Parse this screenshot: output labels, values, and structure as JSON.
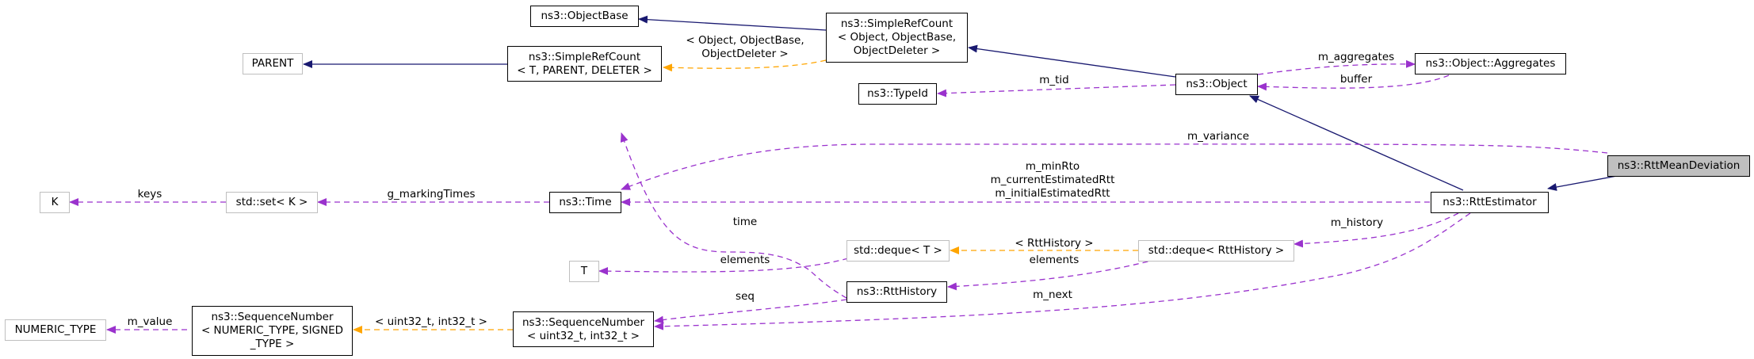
{
  "nodes": {
    "rtt_mean_deviation": "ns3::RttMeanDeviation",
    "rtt_estimator": "ns3::RttEstimator",
    "object": "ns3::Object",
    "object_aggregates": "ns3::Object::Aggregates",
    "type_id": "ns3::TypeId",
    "object_base": "ns3::ObjectBase",
    "simple_ref_count_object": "ns3::SimpleRefCount\n< Object, ObjectBase,\nObjectDeleter >",
    "simple_ref_count_template": "ns3::SimpleRefCount\n< T, PARENT, DELETER >",
    "parent": "PARENT",
    "time": "ns3::Time",
    "set_k": "std::set< K >",
    "k": "K",
    "deque_t": "std::deque< T >",
    "deque_rtt_history": "std::deque< RttHistory >",
    "t": "T",
    "rtt_history": "ns3::RttHistory",
    "sequence_number": "ns3::SequenceNumber\n< uint32_t, int32_t >",
    "sequence_number_template": "ns3::SequenceNumber\n< NUMERIC_TYPE, SIGNED\n_TYPE >",
    "numeric_type": "NUMERIC_TYPE"
  },
  "edge_labels": {
    "m_variance": "m_variance",
    "m_aggregates": "m_aggregates",
    "buffer": "buffer",
    "m_tid": "m_tid",
    "template_object_line1": "< Object, ObjectBase,",
    "template_object_line2": "ObjectDeleter >",
    "time_members_line1": "m_minRto",
    "time_members_line2": "m_currentEstimatedRtt",
    "time_members_line3": "m_initialEstimatedRtt",
    "g_marking_times": "g_markingTimes",
    "keys": "keys",
    "time": "time",
    "m_history": "m_history",
    "template_rtt_history": "< RttHistory >",
    "elements_deque": "elements",
    "elements_t": "elements",
    "seq": "seq",
    "m_next": "m_next",
    "template_uint32": "< uint32_t, int32_t >",
    "m_value": "m_value"
  },
  "colors": {
    "inheritance": "#191970",
    "usage": "#9a32cd",
    "template": "#ffa500",
    "focus_fill": "#bfbfbf",
    "external_border": "#bfbfbf"
  }
}
